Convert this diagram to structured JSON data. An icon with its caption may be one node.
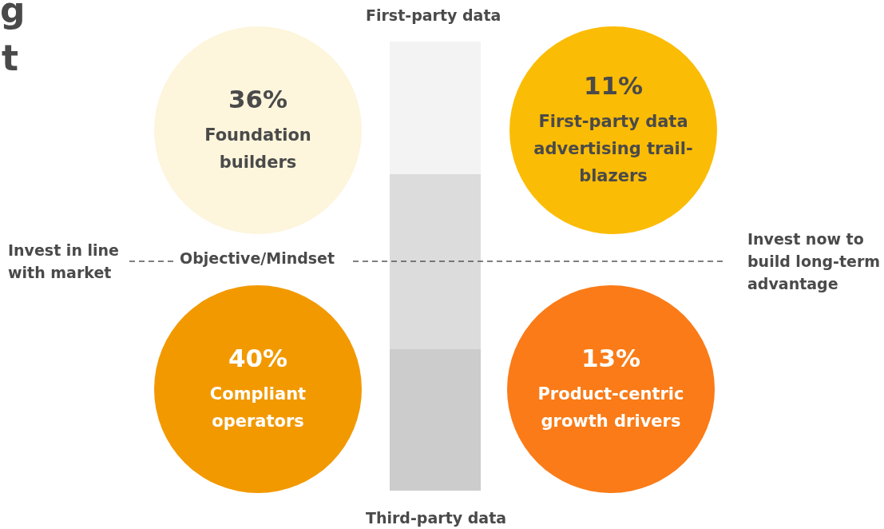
{
  "diagram": {
    "nodes": [
      {
        "text": [
          "36%",
          "Foundation builders"
        ]
      },
      {
        "text": [
          "11%",
          "First-party data advertising trail-blazers"
        ]
      },
      {
        "text": [
          "40%",
          "Compliant operators"
        ]
      },
      {
        "text": [
          "13%",
          "Product-centric growth drivers"
        ]
      }
    ],
    "labels": [
      "g",
      "t",
      "First-party data",
      "Invest in line with market",
      "Objective/Mindset",
      "Invest now to build long-term advantage",
      "Third-party data"
    ]
  }
}
